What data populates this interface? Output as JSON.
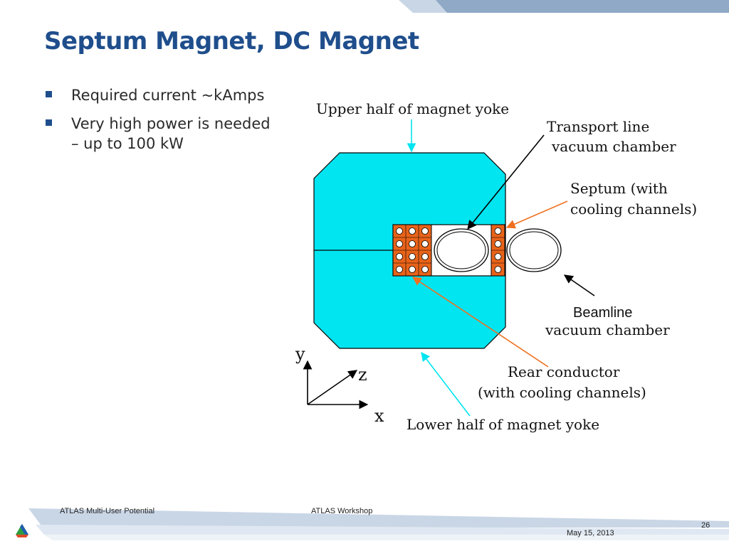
{
  "slide": {
    "title": "Septum Magnet, DC Magnet",
    "bullets": [
      {
        "lines": [
          "Required current ~kAmps"
        ]
      },
      {
        "lines": [
          "Very high power is needed",
          "– up to 100 kW"
        ]
      }
    ]
  },
  "diagram": {
    "labels": {
      "upper_yoke": "Upper half of magnet yoke",
      "transport_line_1": "Transport line",
      "transport_line_2": "vacuum chamber",
      "septum_1": "Septum (with",
      "septum_2": "cooling channels)",
      "beamline_1": "Beamline",
      "beamline_2": "vacuum chamber",
      "rear_conductor_1": "Rear conductor",
      "rear_conductor_2": "(with cooling channels)",
      "lower_yoke": "Lower half of magnet yoke",
      "axis_x": "x",
      "axis_y": "y",
      "axis_z": "z"
    },
    "colors": {
      "yoke": "#00e5f0",
      "conductor": "#e8631a",
      "arrow_cyan": "#00e5f0",
      "arrow_orange": "#f07020"
    }
  },
  "footer": {
    "left": "ATLAS Multi-User Potential",
    "center": "ATLAS Workshop",
    "date": "May 15, 2013",
    "page": "26",
    "logo_icon": "argonne-triangle-logo"
  },
  "theme": {
    "accent": "#1f4e8c",
    "band_light": "#c9d6e6",
    "band_mid": "#8fa9c6"
  }
}
